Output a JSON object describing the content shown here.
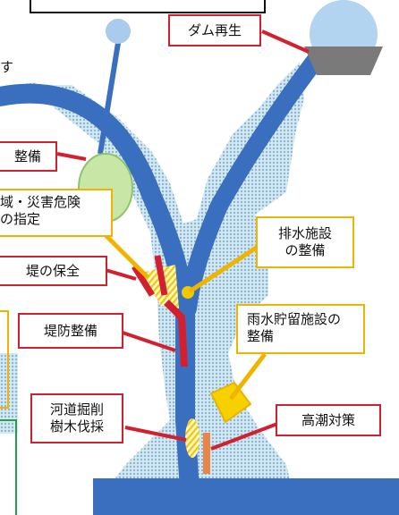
{
  "labels": {
    "top_fragment": "す",
    "dam": "ダム再生",
    "seibi": "整備",
    "zone_line1": "域・災害危険",
    "zone_line2": "の指定",
    "drain_line1": "排水施設",
    "drain_line2": "の整備",
    "levee_keep": "堤の保全",
    "levee_build": "堤防整備",
    "rain_line1": "雨水貯留施設の",
    "rain_line2": "整備",
    "dredge_line1": "河道掘削",
    "dredge_line2": "樹木伐採",
    "tide": "高潮対策"
  },
  "colors": {
    "river": "#3a6fc0",
    "basin": "#9cc8de",
    "red": "#d32030",
    "yellow": "#f0b400",
    "green_zone": "#c8e6a6"
  }
}
